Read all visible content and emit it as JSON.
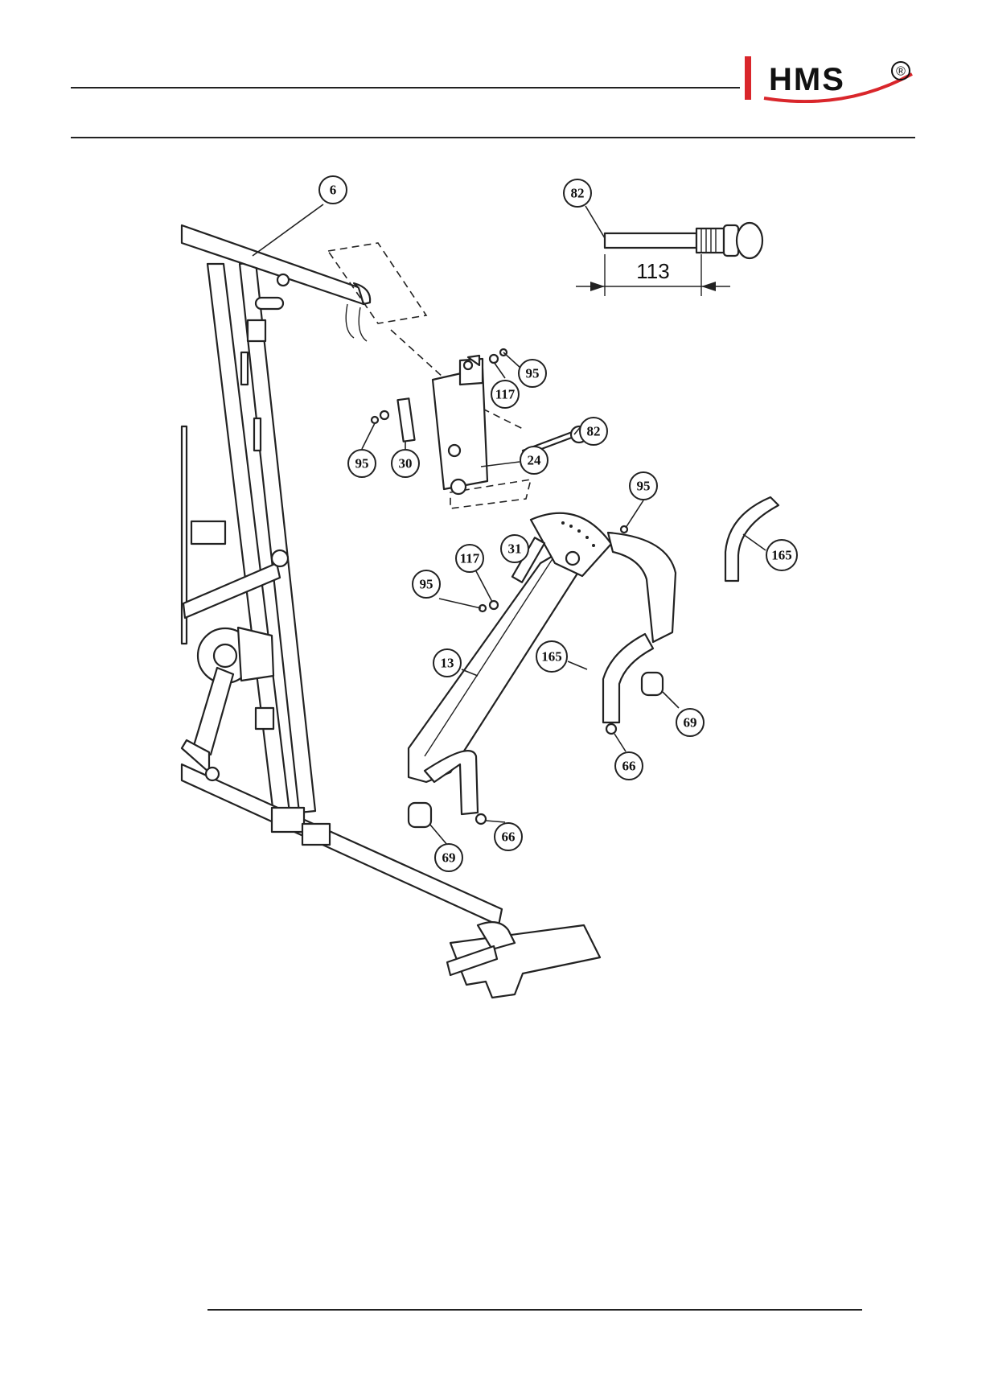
{
  "brand": {
    "logo_text": "HMS",
    "registered": "®",
    "accent_color": "#d9262b"
  },
  "dimension": {
    "value": "113"
  },
  "callouts": {
    "c6": "6",
    "c82a": "82",
    "c95a": "95",
    "c117a": "117",
    "c82b": "82",
    "c95b": "95",
    "c30": "30",
    "c24": "24",
    "c95c": "95",
    "c165a": "165",
    "c117b": "117",
    "c31": "31",
    "c95d": "95",
    "c13": "13",
    "c165b": "165",
    "c69a": "69",
    "c66a": "66",
    "c66b": "66",
    "c69b": "69"
  }
}
